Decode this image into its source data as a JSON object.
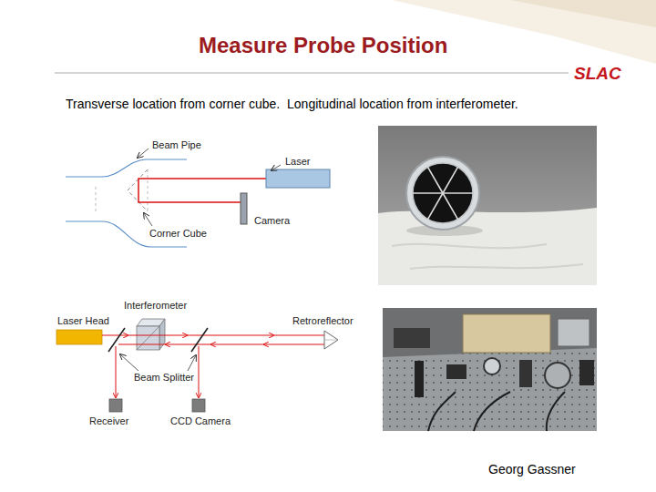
{
  "diagram": {
    "title": "Measure Probe Position",
    "labels": [
      "Transverse location from corner cube.  Longitudinal location from interferometer.",
      "SLAC",
      "Beam Pipe",
      "Laser",
      "Camera",
      "Corner Cube",
      "Interferometer",
      "Laser Head",
      "Retroreflector",
      "Beam Splitter",
      "Receiver",
      "CCD Camera",
      "Georg Gassner"
    ]
  }
}
